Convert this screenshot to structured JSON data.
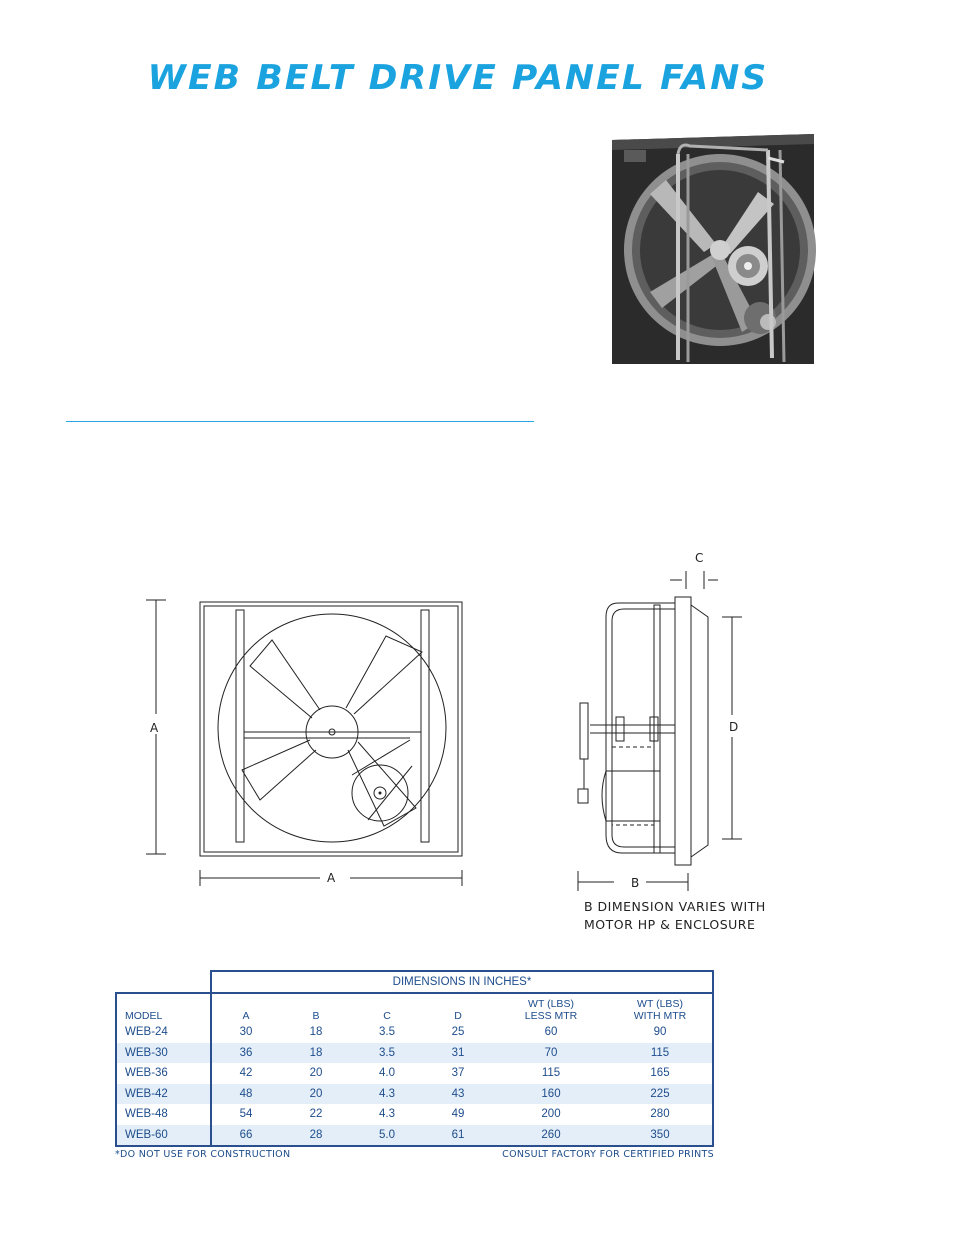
{
  "title": "WEB BELT DRIVE PANEL FANS",
  "diagram": {
    "front_label_a_vertical": "A",
    "front_label_a_horizontal": "A",
    "side_label_c": "C",
    "side_label_d": "D",
    "side_label_b": "B",
    "note_line1": "B DIMENSION VARIES WITH",
    "note_line2": "MOTOR HP & ENCLOSURE"
  },
  "table": {
    "group_header": "DIMENSIONS IN INCHES*",
    "columns": [
      "MODEL",
      "A",
      "B",
      "C",
      "D",
      "WT (LBS)\nLESS MTR",
      "WT (LBS)\nWITH MTR"
    ],
    "col_wt_less_1": "WT (LBS)",
    "col_wt_less_2": "LESS MTR",
    "col_wt_with_1": "WT (LBS)",
    "col_wt_with_2": "WITH MTR",
    "rows": [
      [
        "WEB-24",
        "30",
        "18",
        "3.5",
        "25",
        "60",
        "90"
      ],
      [
        "WEB-30",
        "36",
        "18",
        "3.5",
        "31",
        "70",
        "115"
      ],
      [
        "WEB-36",
        "42",
        "20",
        "4.0",
        "37",
        "115",
        "165"
      ],
      [
        "WEB-42",
        "48",
        "20",
        "4.3",
        "43",
        "160",
        "225"
      ],
      [
        "WEB-48",
        "54",
        "22",
        "4.3",
        "49",
        "200",
        "280"
      ],
      [
        "WEB-60",
        "66",
        "28",
        "5.0",
        "61",
        "260",
        "350"
      ]
    ]
  },
  "footnote_left": "*DO NOT USE FOR CONSTRUCTION",
  "footnote_right": "CONSULT FACTORY FOR CERTIFIED PRINTS",
  "colors": {
    "title": "#1aa3df",
    "table_text": "#1d4d8c",
    "table_border": "#2a4f8f",
    "row_shade": "#e4eef8"
  }
}
